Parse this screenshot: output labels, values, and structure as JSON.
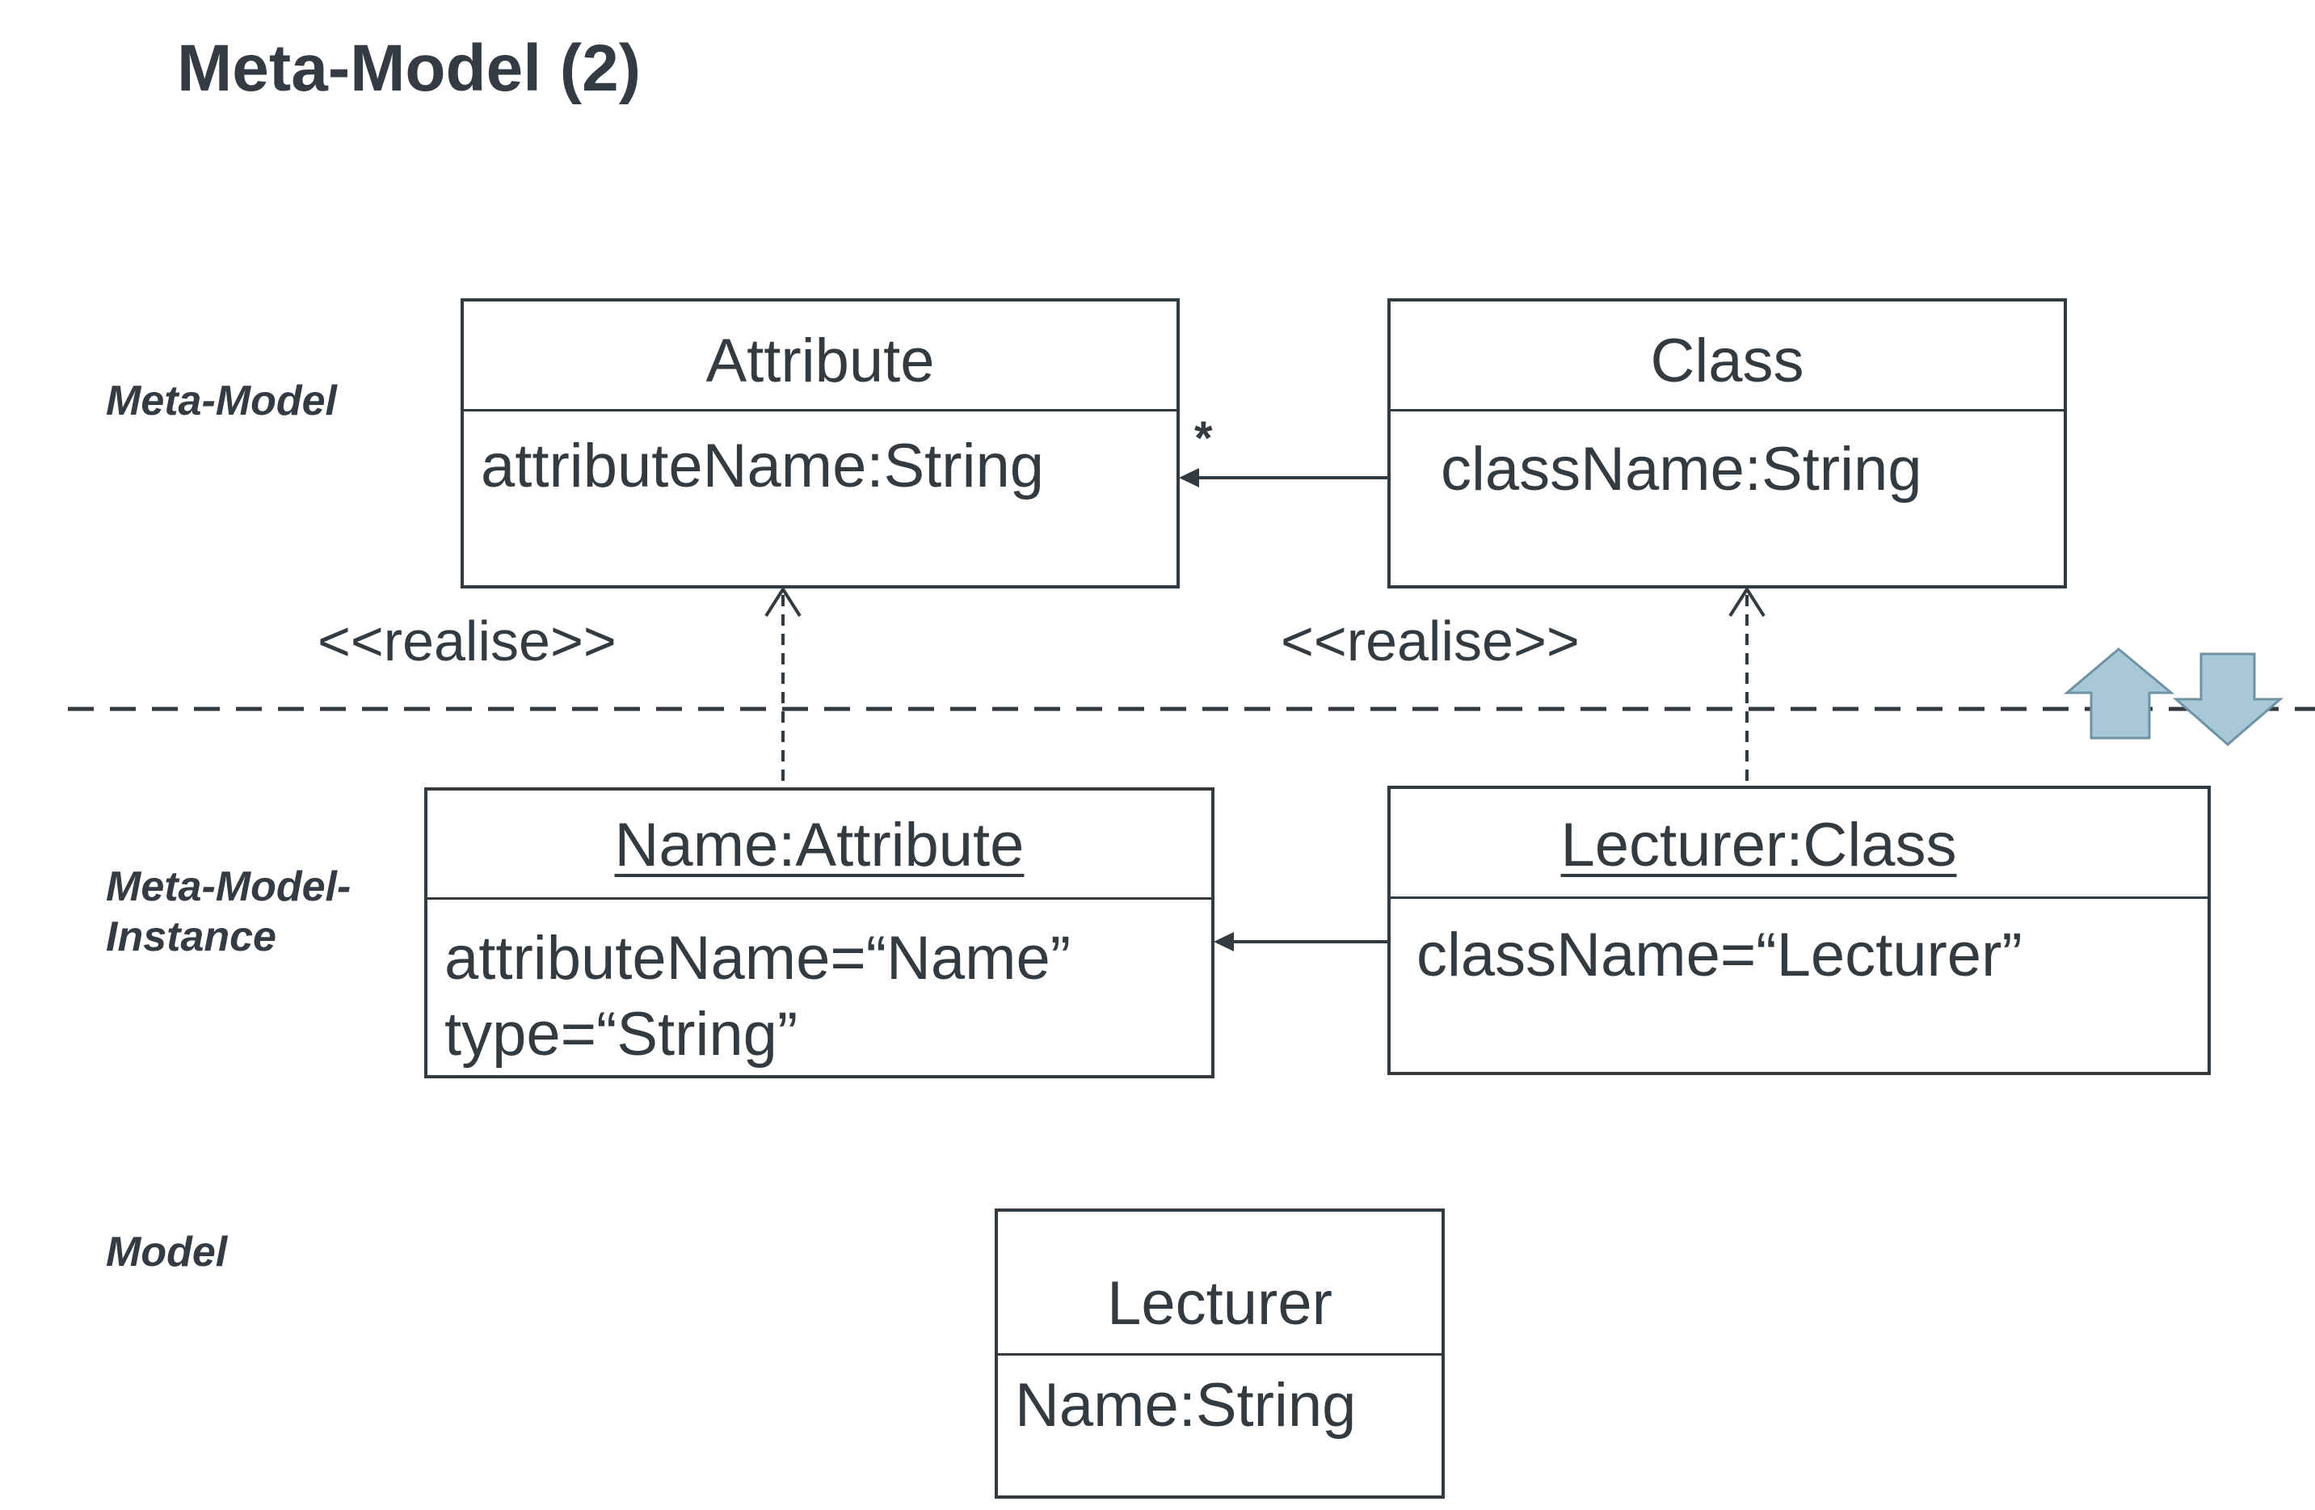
{
  "title": "Meta-Model (2)",
  "layers": {
    "meta_model": "Meta-Model",
    "meta_model_instance_line1": "Meta-Model-",
    "meta_model_instance_line2": "Instance",
    "model": "Model"
  },
  "boxes": {
    "attribute": {
      "name": "Attribute",
      "attr": "attributeName:String"
    },
    "class": {
      "name": "Class",
      "attr": "className:String"
    },
    "name_attribute": {
      "name": "Name:Attribute",
      "attr1": "attributeName=“Name”",
      "attr2": "type=“String”"
    },
    "lecturer_class": {
      "name": "Lecturer:Class",
      "attr": "className=“Lecturer”"
    },
    "lecturer": {
      "name": "Lecturer",
      "attr": "Name:String"
    }
  },
  "relations": {
    "realise_left": "<<realise>>",
    "realise_right": "<<realise>>",
    "multiplicity": "*"
  },
  "colors": {
    "text": "#333a40",
    "level_arrow_fill": "#a8c8d8",
    "level_arrow_stroke": "#6f93a6"
  },
  "icons": [
    "up-arrow-icon",
    "down-arrow-icon"
  ]
}
